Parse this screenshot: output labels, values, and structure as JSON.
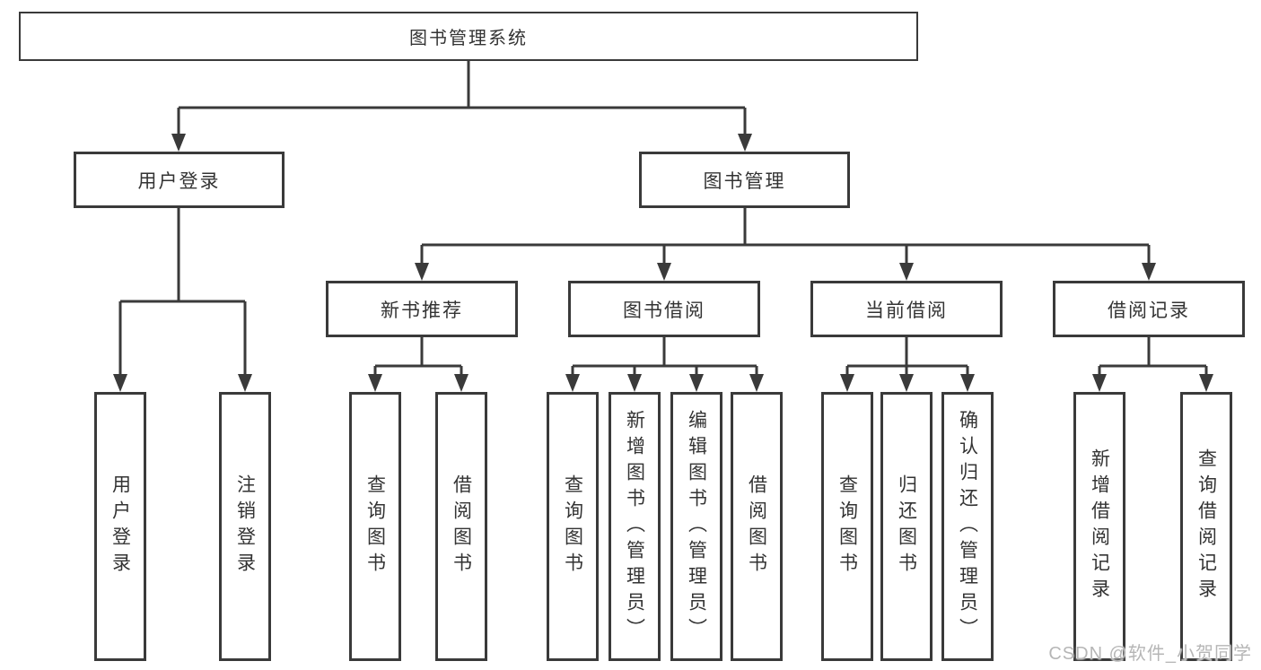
{
  "diagram": {
    "root": "图书管理系统",
    "level2": [
      "用户登录",
      "图书管理"
    ],
    "level3": [
      "新书推荐",
      "图书借阅",
      "当前借阅",
      "借阅记录"
    ],
    "leaves": {
      "user_login": [
        "用户登录",
        "注销登录"
      ],
      "new_book_recommend": [
        "查询图书",
        "借阅图书"
      ],
      "book_borrow": [
        "查询图书",
        "新增图书（管理员）",
        "编辑图书（管理员）",
        "借阅图书"
      ],
      "current_borrow": [
        "查询图书",
        "归还图书",
        "确认归还（管理员）"
      ],
      "borrow_records": [
        "新增借阅记录",
        "查询借阅记录"
      ]
    },
    "watermark": "CSDN @软件_小贺同学",
    "colors": {
      "line": "#3a3a3a",
      "box_border": "#3a3a3a",
      "box_fill": "#ffffff",
      "text": "#333333",
      "watermark": "#b6b6b6",
      "background": "#ffffff"
    }
  }
}
